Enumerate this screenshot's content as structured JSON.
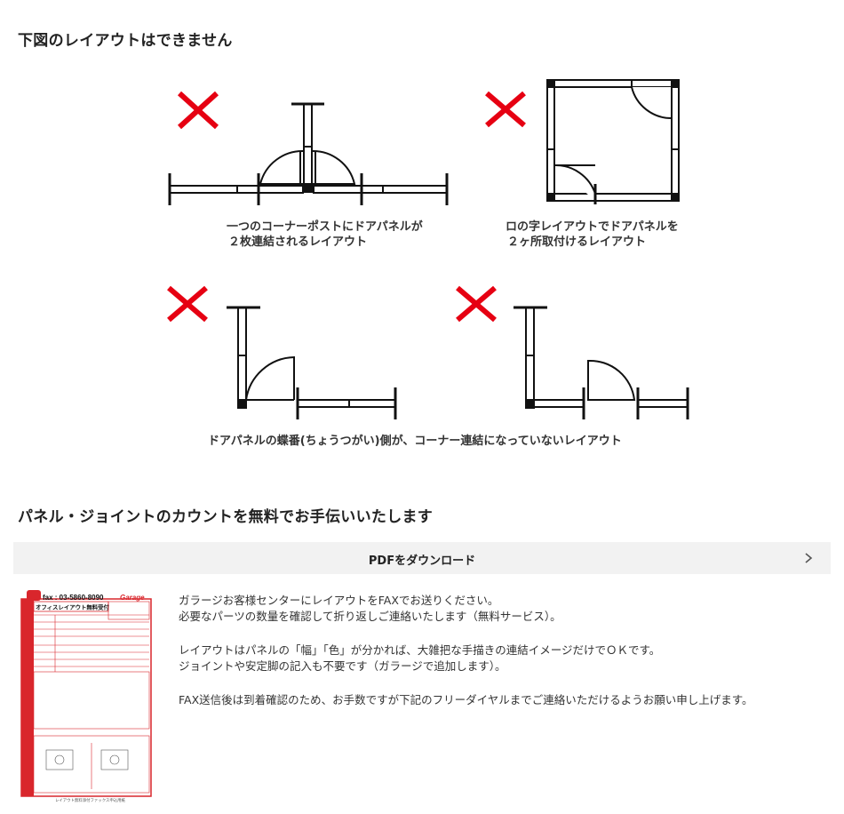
{
  "headings": {
    "unavailable": "下図のレイアウトはできません",
    "count_service": "パネル・ジョイントのカウントを無料でお手伝いいたします"
  },
  "captions": {
    "corner_post_two_doors": [
      "一つのコーナーポストにドアパネルが",
      "２枚連結されるレイアウト"
    ],
    "ro_layout_two_doors": [
      "ロの字レイアウトでドアパネルを",
      "２ヶ所取付けるレイアウト"
    ],
    "hinge_not_corner": "ドアパネルの蝶番(ちょうつがい)側が、コーナー連結になっていないレイアウト"
  },
  "download": {
    "label": "PDFをダウンロード"
  },
  "fax_form": {
    "fax_number": "fax : 03-5860-8090",
    "brand": "Garage",
    "title": "オフィスレイアウト無料受付",
    "footer": "レイアウト無料添付ファックス申込用紙"
  },
  "body": {
    "line1": "ガラージお客様センターにレイアウトをFAXでお送りください。",
    "line2": "必要なパーツの数量を確認して折り返しご連絡いたします（無料サービス）。",
    "line3": "レイアウトはパネルの「幅」「色」が分かれば、大雑把な手描きの連結イメージだけでＯＫです。",
    "line4": "ジョイントや安定脚の記入も不要です（ガラージで追加します）。",
    "line5": "FAX送信後は到着確認のため、お手数ですが下記のフリーダイヤルまでご連絡いただけるようお願い申し上げます。"
  },
  "colors": {
    "cross_red": "#e60012",
    "form_red": "#d9262c"
  },
  "icons": [
    "cross-icon",
    "chevron-right-icon"
  ]
}
